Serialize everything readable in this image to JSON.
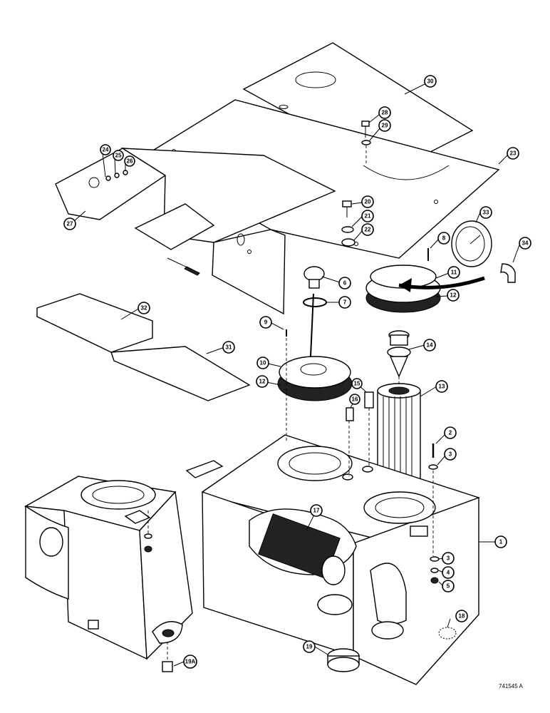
{
  "drawing": {
    "number": "741545 A"
  },
  "callouts": [
    {
      "id": "c30",
      "label": "30"
    },
    {
      "id": "c28",
      "label": "28"
    },
    {
      "id": "c29",
      "label": "29"
    },
    {
      "id": "c23",
      "label": "23"
    },
    {
      "id": "c24",
      "label": "24"
    },
    {
      "id": "c25",
      "label": "25"
    },
    {
      "id": "c26",
      "label": "26"
    },
    {
      "id": "c27",
      "label": "27"
    },
    {
      "id": "c20",
      "label": "20"
    },
    {
      "id": "c21",
      "label": "21"
    },
    {
      "id": "c22",
      "label": "22"
    },
    {
      "id": "c33",
      "label": "33"
    },
    {
      "id": "c34",
      "label": "34"
    },
    {
      "id": "c8",
      "label": "8"
    },
    {
      "id": "c11",
      "label": "11"
    },
    {
      "id": "c12a",
      "label": "12"
    },
    {
      "id": "c6",
      "label": "6"
    },
    {
      "id": "c7",
      "label": "7"
    },
    {
      "id": "c32",
      "label": "32"
    },
    {
      "id": "c31",
      "label": "31"
    },
    {
      "id": "c9",
      "label": "9"
    },
    {
      "id": "c10",
      "label": "10"
    },
    {
      "id": "c12b",
      "label": "12"
    },
    {
      "id": "c14",
      "label": "14"
    },
    {
      "id": "c13",
      "label": "13"
    },
    {
      "id": "c15",
      "label": "15"
    },
    {
      "id": "c16",
      "label": "16"
    },
    {
      "id": "c2",
      "label": "2"
    },
    {
      "id": "c3a",
      "label": "3"
    },
    {
      "id": "c17",
      "label": "17"
    },
    {
      "id": "c1",
      "label": "1"
    },
    {
      "id": "c3b",
      "label": "3"
    },
    {
      "id": "c4",
      "label": "4"
    },
    {
      "id": "c5",
      "label": "5"
    },
    {
      "id": "c19",
      "label": "19"
    },
    {
      "id": "c18",
      "label": "18"
    },
    {
      "id": "c19a",
      "label": "19A"
    }
  ]
}
